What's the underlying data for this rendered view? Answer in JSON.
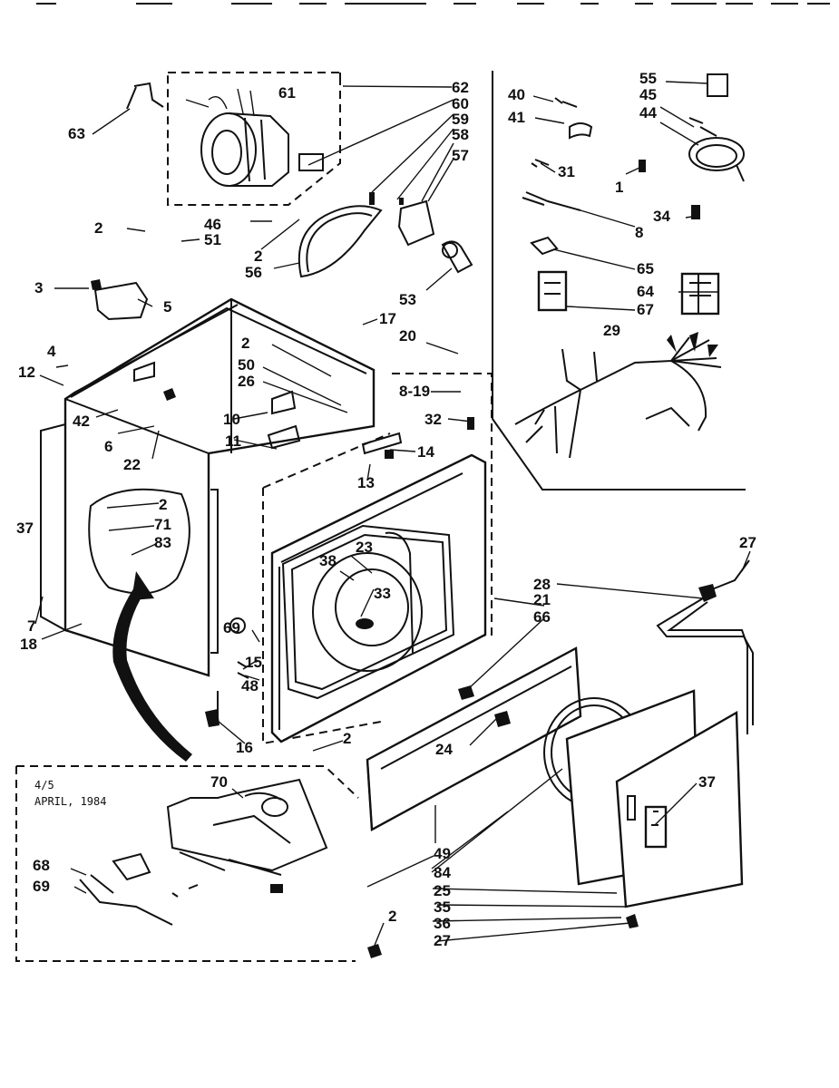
{
  "note": {
    "line1": "4/5",
    "line2": "APRIL, 1984"
  },
  "callouts": [
    "62",
    "61",
    "60",
    "59",
    "58",
    "57",
    "63",
    "55",
    "40",
    "45",
    "41",
    "44",
    "31",
    "1",
    "34",
    "8",
    "65",
    "64",
    "67",
    "29",
    "2",
    "46",
    "51",
    "2",
    "56",
    "3",
    "5",
    "53",
    "17",
    "20",
    "4",
    "12",
    "2",
    "50",
    "26",
    "8-19",
    "42",
    "6",
    "22",
    "10",
    "11",
    "32",
    "14",
    "13",
    "37",
    "2",
    "71",
    "83",
    "38",
    "23",
    "33",
    "27",
    "28",
    "21",
    "66",
    "7",
    "18",
    "69",
    "15",
    "48",
    "16",
    "2",
    "24",
    "37",
    "70",
    "68",
    "69",
    "2",
    "49",
    "84",
    "25",
    "35",
    "36",
    "27"
  ]
}
